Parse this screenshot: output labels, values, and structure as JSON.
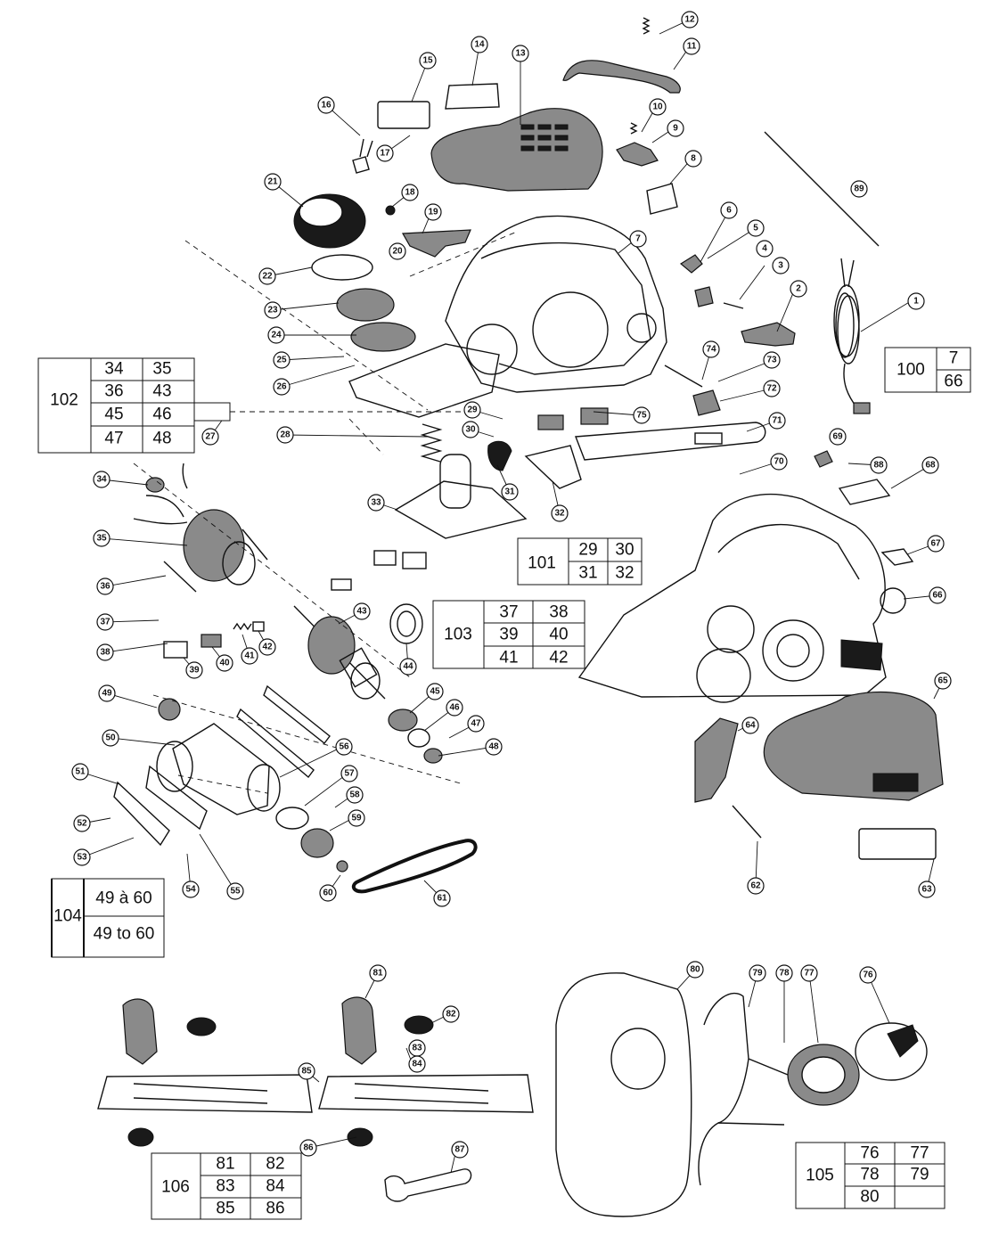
{
  "callouts": [
    "1",
    "2",
    "3",
    "4",
    "5",
    "6",
    "7",
    "8",
    "9",
    "10",
    "11",
    "12",
    "13",
    "14",
    "15",
    "16",
    "17",
    "18",
    "19",
    "20",
    "21",
    "22",
    "23",
    "24",
    "25",
    "26",
    "27",
    "28",
    "29",
    "30",
    "31",
    "32",
    "33",
    "34",
    "35",
    "36",
    "37",
    "38",
    "39",
    "40",
    "41",
    "42",
    "43",
    "44",
    "45",
    "46",
    "47",
    "48",
    "49",
    "50",
    "51",
    "52",
    "53",
    "54",
    "55",
    "56",
    "57",
    "58",
    "59",
    "60",
    "61",
    "62",
    "63",
    "64",
    "65",
    "66",
    "67",
    "68",
    "69",
    "70",
    "71",
    "72",
    "73",
    "74",
    "75",
    "76",
    "77",
    "78",
    "79",
    "80",
    "81",
    "82",
    "83",
    "84",
    "85",
    "86",
    "87",
    "88",
    "89"
  ],
  "kits": {
    "k100": {
      "id": "100",
      "cells": [
        "7",
        "66"
      ]
    },
    "k101": {
      "id": "101",
      "cells": [
        "29",
        "30",
        "31",
        "32"
      ]
    },
    "k102": {
      "id": "102",
      "cells": [
        "34",
        "35",
        "36",
        "43",
        "45",
        "46",
        "47",
        "48"
      ]
    },
    "k103": {
      "id": "103",
      "cells": [
        "37",
        "38",
        "39",
        "40",
        "41",
        "42"
      ]
    },
    "k104": {
      "id": "104",
      "cells": [
        "49 à 60",
        "49 to 60"
      ]
    },
    "k105": {
      "id": "105",
      "cells": [
        "76",
        "77",
        "78",
        "79",
        "80"
      ]
    },
    "k106": {
      "id": "106",
      "cells": [
        "81",
        "82",
        "83",
        "84",
        "85",
        "86"
      ]
    }
  },
  "icons": [
    "planer-body",
    "motor-armature",
    "stator-field",
    "drive-belt",
    "blade-drum",
    "front-base-shoe",
    "dust-bag",
    "dust-chute",
    "parallel-fence",
    "depth-knob",
    "spanner-wrench",
    "power-cord"
  ]
}
